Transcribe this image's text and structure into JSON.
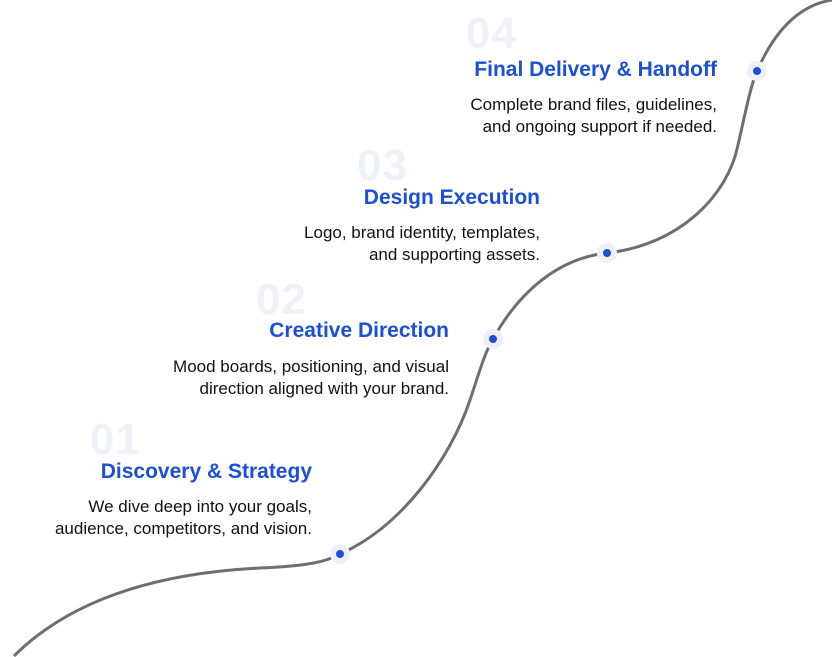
{
  "colors": {
    "accent": "#1a4fd6",
    "line": "#6e6e6e",
    "number": "#f0f1f8",
    "dot_halo": "#eef0f8"
  },
  "steps": [
    {
      "number": "01",
      "title": "Discovery & Strategy",
      "desc_line1": "We dive deep into your goals,",
      "desc_line2": "audience, competitors, and vision."
    },
    {
      "number": "02",
      "title": "Creative Direction",
      "desc_line1": "Mood boards, positioning, and visual",
      "desc_line2": "direction aligned with your brand."
    },
    {
      "number": "03",
      "title": "Design Execution",
      "desc_line1": "Logo, brand identity, templates,",
      "desc_line2": "and supporting assets."
    },
    {
      "number": "04",
      "title": "Final Delivery & Handoff",
      "desc_line1": "Complete brand files, guidelines,",
      "desc_line2": "and ongoing support if needed."
    }
  ]
}
